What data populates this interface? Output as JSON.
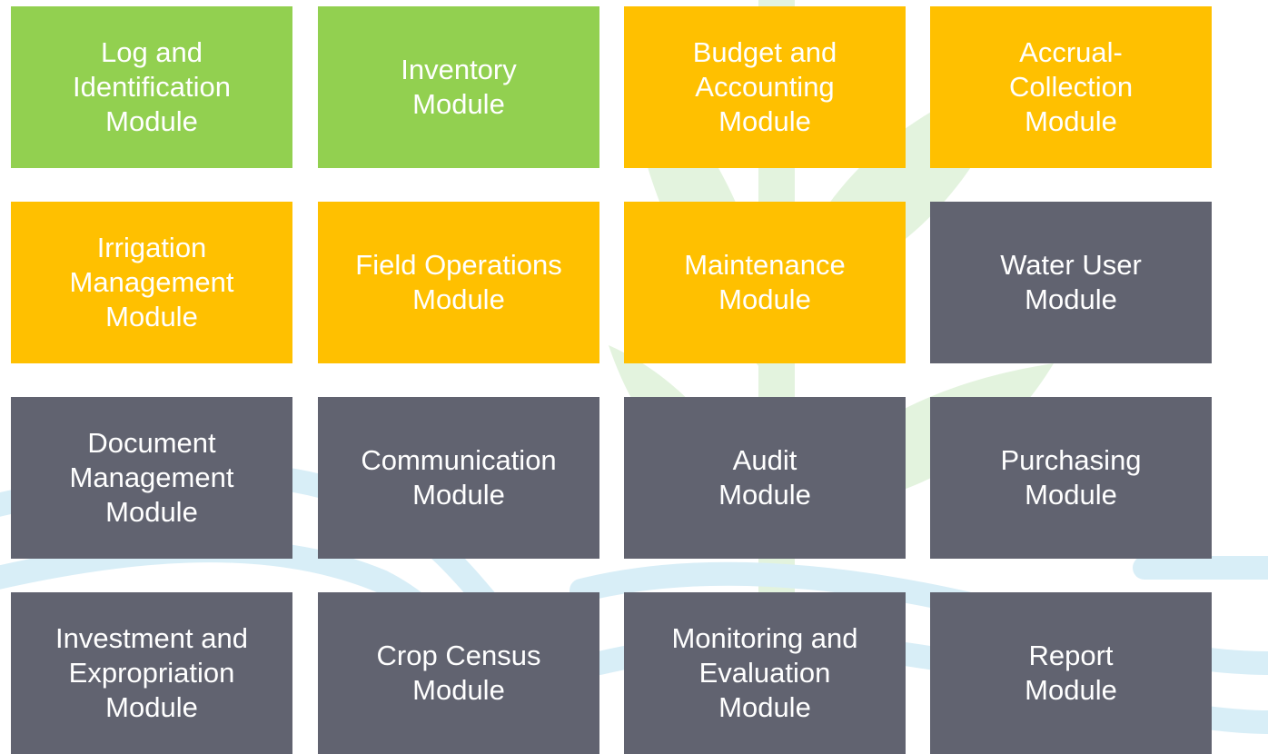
{
  "colors": {
    "green": "#92D050",
    "orange": "#FFC000",
    "slate": "#616370",
    "watermark_green": "#e3f3de",
    "watermark_blue": "#d8eef7"
  },
  "modules": [
    {
      "label": "Log and\nIdentification\nModule",
      "color": "green",
      "icon": "none"
    },
    {
      "label": "Inventory\nModule",
      "color": "green",
      "icon": "none"
    },
    {
      "label": "Budget and\nAccounting\nModule",
      "color": "orange",
      "icon": "none"
    },
    {
      "label": "Accrual-\nCollection\nModule",
      "color": "orange",
      "icon": "none"
    },
    {
      "label": "Irrigation\nManagement\nModule",
      "color": "orange",
      "icon": "none"
    },
    {
      "label": "Field Operations\nModule",
      "color": "orange",
      "icon": "none"
    },
    {
      "label": "Maintenance\nModule",
      "color": "orange",
      "icon": "none"
    },
    {
      "label": "Water User\nModule",
      "color": "slate",
      "icon": "none"
    },
    {
      "label": "Document\nManagement\nModule",
      "color": "slate",
      "icon": "none"
    },
    {
      "label": "Communication\nModule",
      "color": "slate",
      "icon": "none"
    },
    {
      "label": "Audit\nModule",
      "color": "slate",
      "icon": "none"
    },
    {
      "label": "Purchasing\nModule",
      "color": "slate",
      "icon": "none"
    },
    {
      "label": "Investment and\nExpropriation\nModule",
      "color": "slate",
      "icon": "none"
    },
    {
      "label": "Crop Census\nModule",
      "color": "slate",
      "icon": "none"
    },
    {
      "label": "Monitoring and\nEvaluation\nModule",
      "color": "slate",
      "icon": "none"
    },
    {
      "label": "Report\nModule",
      "color": "slate",
      "icon": "none"
    }
  ]
}
